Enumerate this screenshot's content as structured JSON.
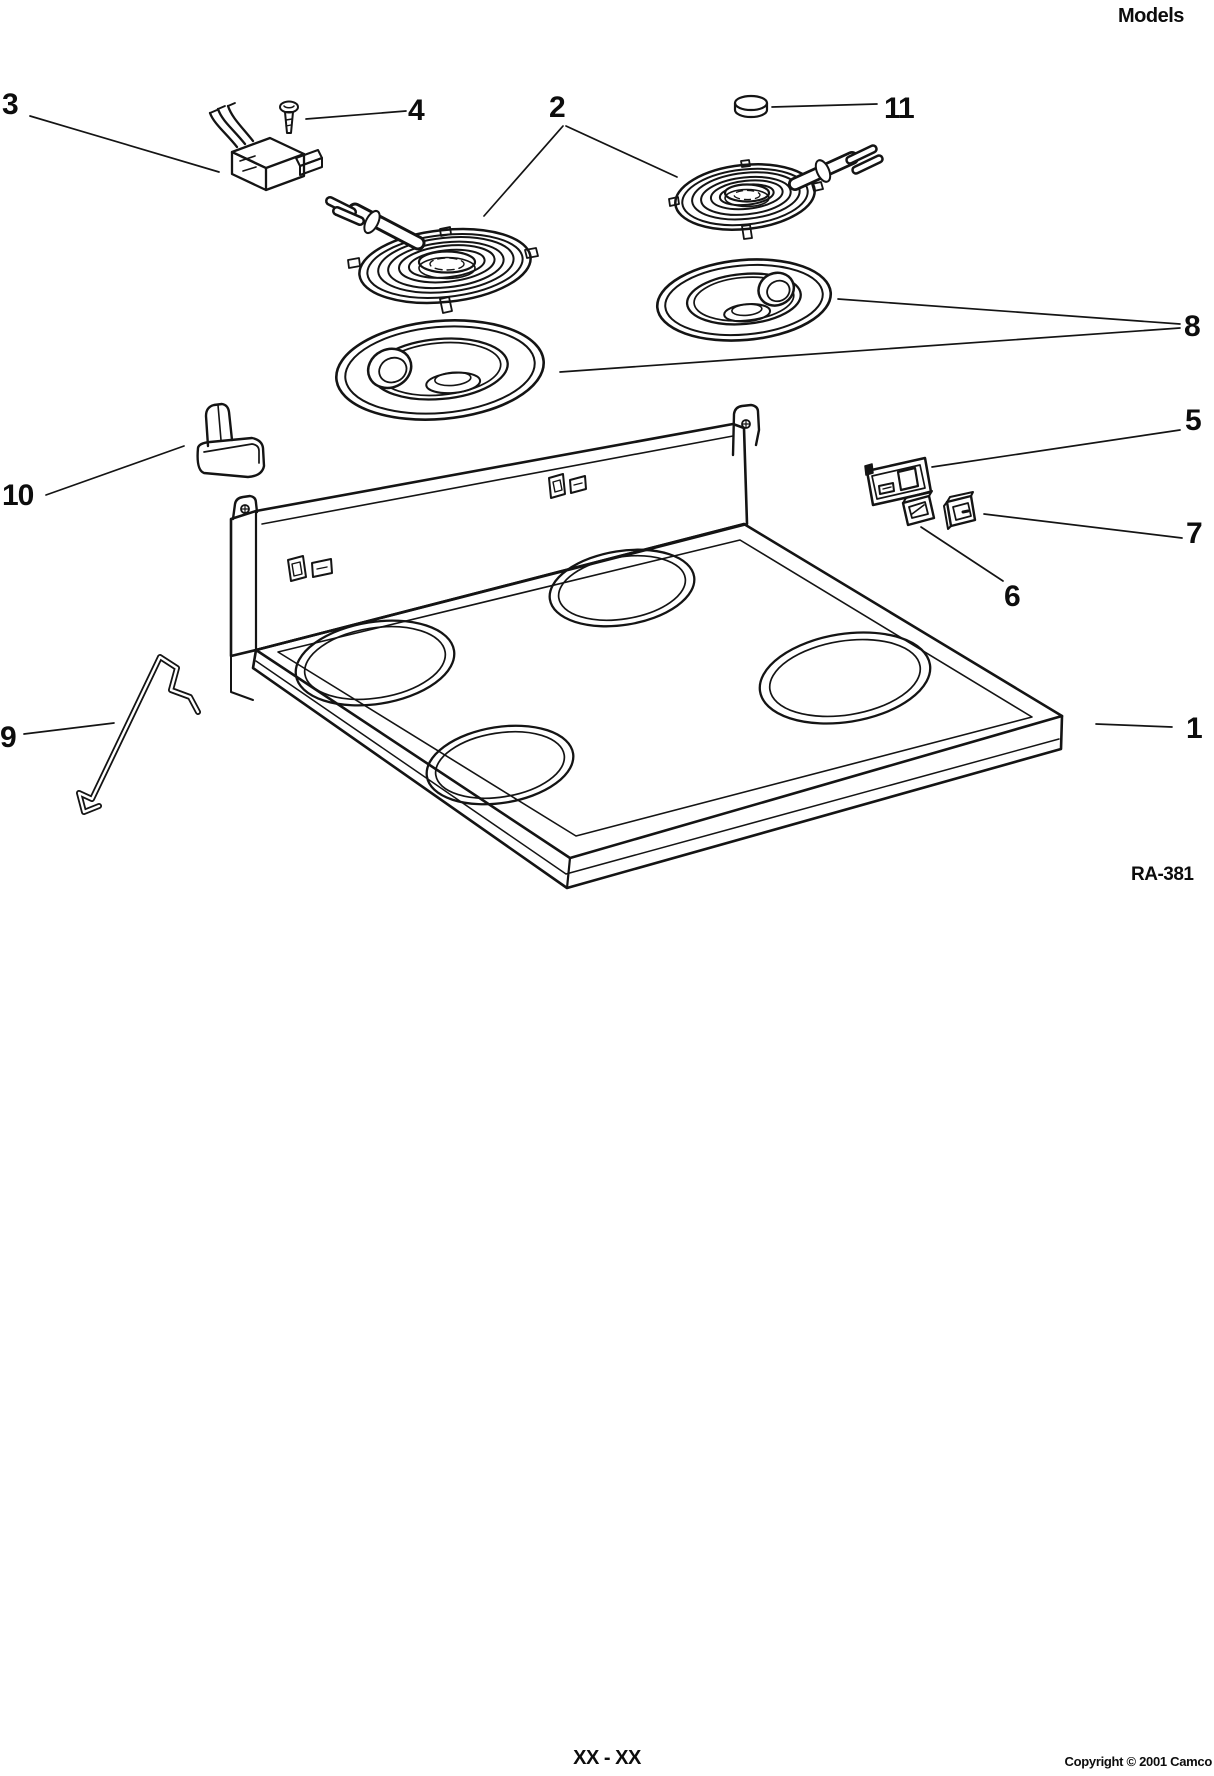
{
  "header": {
    "models_label": "Models"
  },
  "diagram": {
    "drawing_code": "RA-381",
    "callout_numbers": [
      "1",
      "2",
      "3",
      "4",
      "5",
      "6",
      "7",
      "8",
      "9",
      "10",
      "11"
    ]
  },
  "footer": {
    "page_ref": "XX - XX",
    "copyright": "Copyright © 2001 Camco"
  }
}
